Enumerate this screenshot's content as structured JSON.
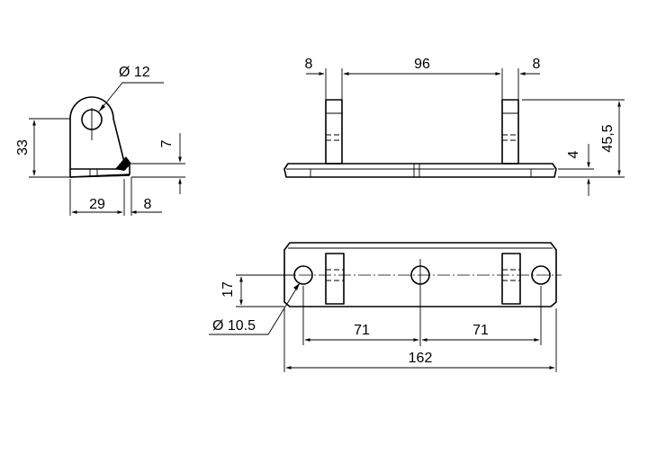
{
  "side_view": {
    "hole_dia": "Ø 12",
    "height": "33",
    "weld_height": "7",
    "width": "29",
    "weld_width": "8"
  },
  "front_view": {
    "left_tab": "8",
    "spacing": "96",
    "right_tab": "8",
    "plate_thickness": "4",
    "total_height": "45,5"
  },
  "top_view": {
    "hole_offset": "17",
    "hole_dia": "Ø 10.5",
    "pitch_left": "71",
    "pitch_right": "71",
    "overall_length": "162"
  }
}
